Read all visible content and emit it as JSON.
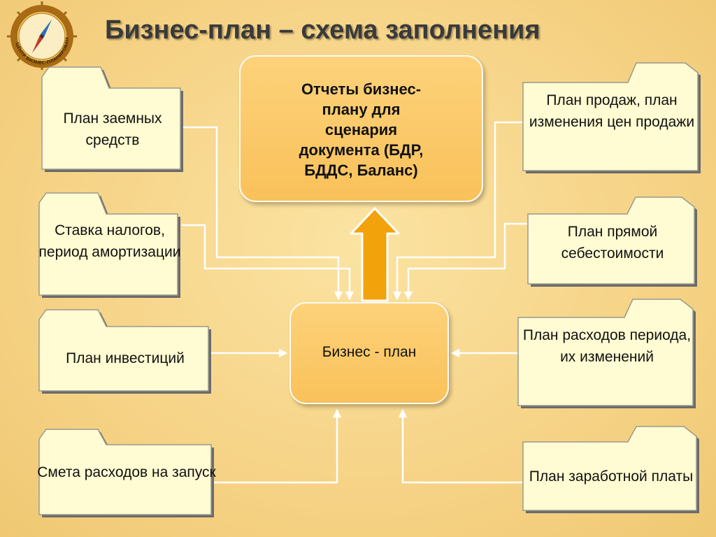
{
  "title": "Бизнес-план – схема заполнения",
  "logo": {
    "ring_text": "ЦЕНТР БИЗНЕС-ПЛАНИРОВАНИЯ",
    "icon": "compass-wheel-icon"
  },
  "reports_box": {
    "label": "Отчеты бизнес-плану для сценария документа (БДР, БДДС, Баланс)"
  },
  "business_plan_box": {
    "label": "Бизнес - план"
  },
  "left_inputs": [
    {
      "label": "План заемных средств"
    },
    {
      "label": "Ставка налогов, период амортизации"
    },
    {
      "label": "План инвестиций"
    },
    {
      "label": "Смета расходов на запуск"
    }
  ],
  "right_inputs": [
    {
      "label": "План продаж, план изменения цен продажи"
    },
    {
      "label": "План прямой себестоимости"
    },
    {
      "label": "План расходов периода, их изменений"
    },
    {
      "label": "План заработной платы"
    }
  ],
  "colors": {
    "background": "#f6d488",
    "folder_fill": "#fffbd2",
    "box_fill": "#f9c15a",
    "arrow_fill": "#f2a20a",
    "connector": "#ffffff"
  }
}
